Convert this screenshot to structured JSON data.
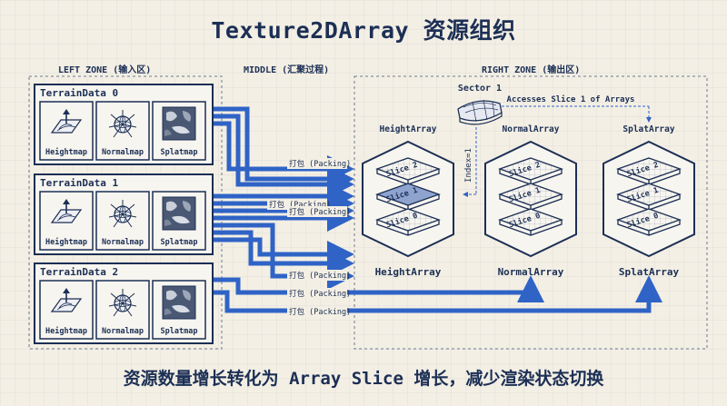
{
  "title": "Texture2DArray 资源组织",
  "zones": {
    "left": "LEFT ZONE (输入区)",
    "middle": "MIDDLE (汇聚过程)",
    "right": "RIGHT ZONE (输出区)"
  },
  "terrain_data": [
    {
      "name": "TerrainData 0",
      "maps": [
        "Heightmap",
        "Normalmap",
        "Splatmap"
      ]
    },
    {
      "name": "TerrainData 1",
      "maps": [
        "Heightmap",
        "Normalmap",
        "Splatmap"
      ]
    },
    {
      "name": "TerrainData 2",
      "maps": [
        "Heightmap",
        "Normalmap",
        "Splatmap"
      ]
    }
  ],
  "packing_label": "打包 (Packing)",
  "arrays": [
    {
      "header": "HeightArray",
      "label": "HeightArray",
      "slices": [
        "Slice 2",
        "Slice 1",
        "Slice 0"
      ],
      "highlighted_slice": "Slice 1"
    },
    {
      "header": "NormalArray",
      "label": "NormalArray",
      "slices": [
        "Slice 2",
        "Slice 1",
        "Slice 0"
      ]
    },
    {
      "header": "SplatArray",
      "label": "SplatArray",
      "slices": [
        "Slice 2",
        "Slice 1",
        "Slice 0"
      ]
    }
  ],
  "sector": {
    "label": "Sector 1",
    "index_label": "Index=1",
    "access_note": "Accesses Slice 1 of Arrays"
  },
  "footer": "资源数量增长转化为 Array Slice 增长，减少渲染状态切换",
  "colors": {
    "navy": "#1c2f55",
    "blue": "#2f63c6",
    "bg": "#f3efe4",
    "highlight": "#8fa3cf"
  }
}
